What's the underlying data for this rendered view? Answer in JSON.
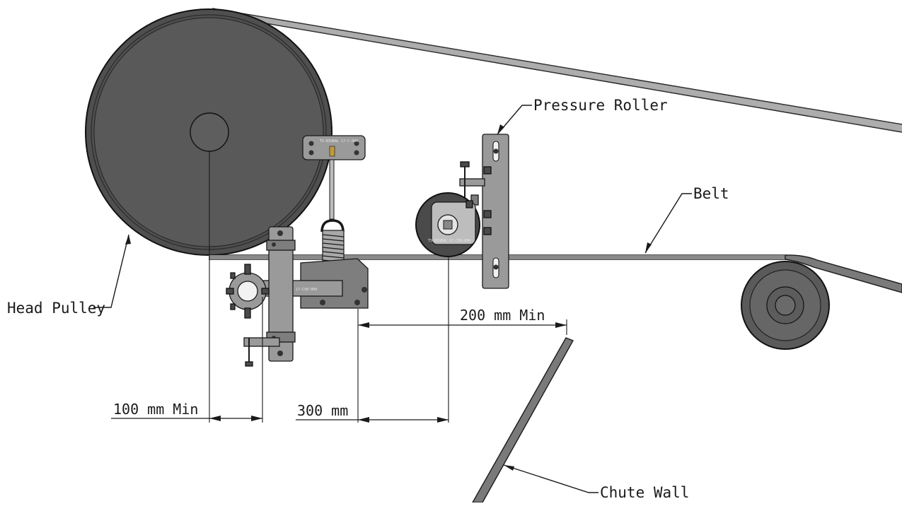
{
  "labels": {
    "head_pulley": "Head Pulley",
    "pressure_roller": "Pressure Roller",
    "belt": "Belt",
    "chute_wall": "Chute Wall"
  },
  "dimensions": {
    "dim_100": "100 mm Min",
    "dim_300": "300 mm",
    "dim_200": "200 mm Min"
  },
  "part_markings": {
    "bracket_marking": "TS-BIGBAL   17-CSH-000",
    "roller_marking": "TS-BIGBAL   17-CSH-000",
    "plate_marking": "TS-BIGBAL 17-C-000"
  },
  "colors": {
    "pulley": "#555555",
    "metal": "#9a9a9a",
    "line": "#1a1a1a"
  }
}
